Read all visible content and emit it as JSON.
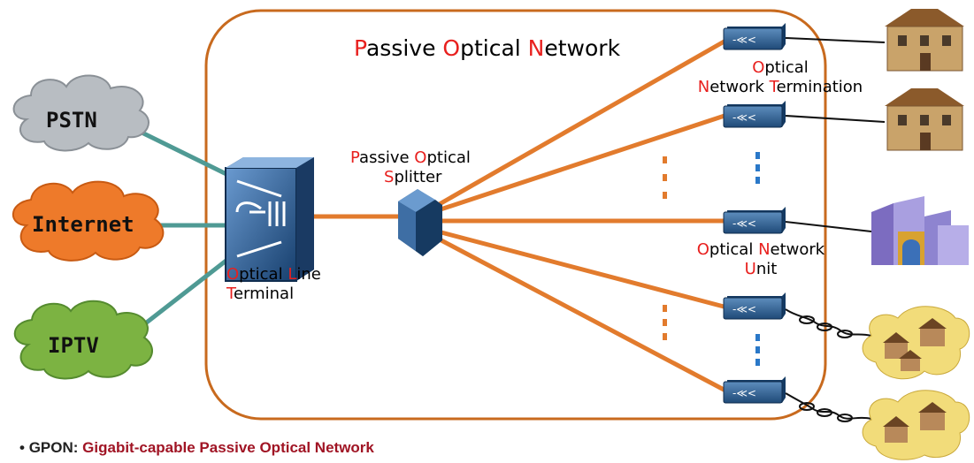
{
  "title": {
    "a": "P",
    "b": "assive ",
    "c": "O",
    "d": "ptical ",
    "e": "N",
    "f": "etwork"
  },
  "clouds": [
    {
      "label": "PSTN",
      "color": "#b8bdc2",
      "stroke": "#8a9096"
    },
    {
      "label": "Internet",
      "color": "#ee7a2a",
      "stroke": "#c85a12"
    },
    {
      "label": "IPTV",
      "color": "#7cb342",
      "stroke": "#558b2f"
    }
  ],
  "olt": {
    "l1a": "O",
    "l1b": "ptical ",
    "l1c": "L",
    "l1d": "ine",
    "l2a": "T",
    "l2b": "erminal"
  },
  "splitter": {
    "l1a": "P",
    "l1b": "assive ",
    "l1c": "O",
    "l1d": "ptical",
    "l2a": "S",
    "l2b": "plitter"
  },
  "ont": {
    "l1a": "O",
    "l1b": "ptical",
    "l2a": "N",
    "l2b": "etwork ",
    "l2c": "T",
    "l2d": "ermination"
  },
  "onu": {
    "l1a": "O",
    "l1b": "ptical ",
    "l1c": "N",
    "l1d": "etwork",
    "l2a": "U",
    "l2b": "nit"
  },
  "footnote": {
    "bullet": "•",
    "key": "GPON:",
    "value": "Gigabit-capable Passive Optical Network"
  },
  "colors": {
    "fiber": "#e27b2d",
    "frame": "#c86a1e",
    "accent": "#e8201e",
    "device": "#2f5d8a",
    "link": "#4f9a94"
  }
}
